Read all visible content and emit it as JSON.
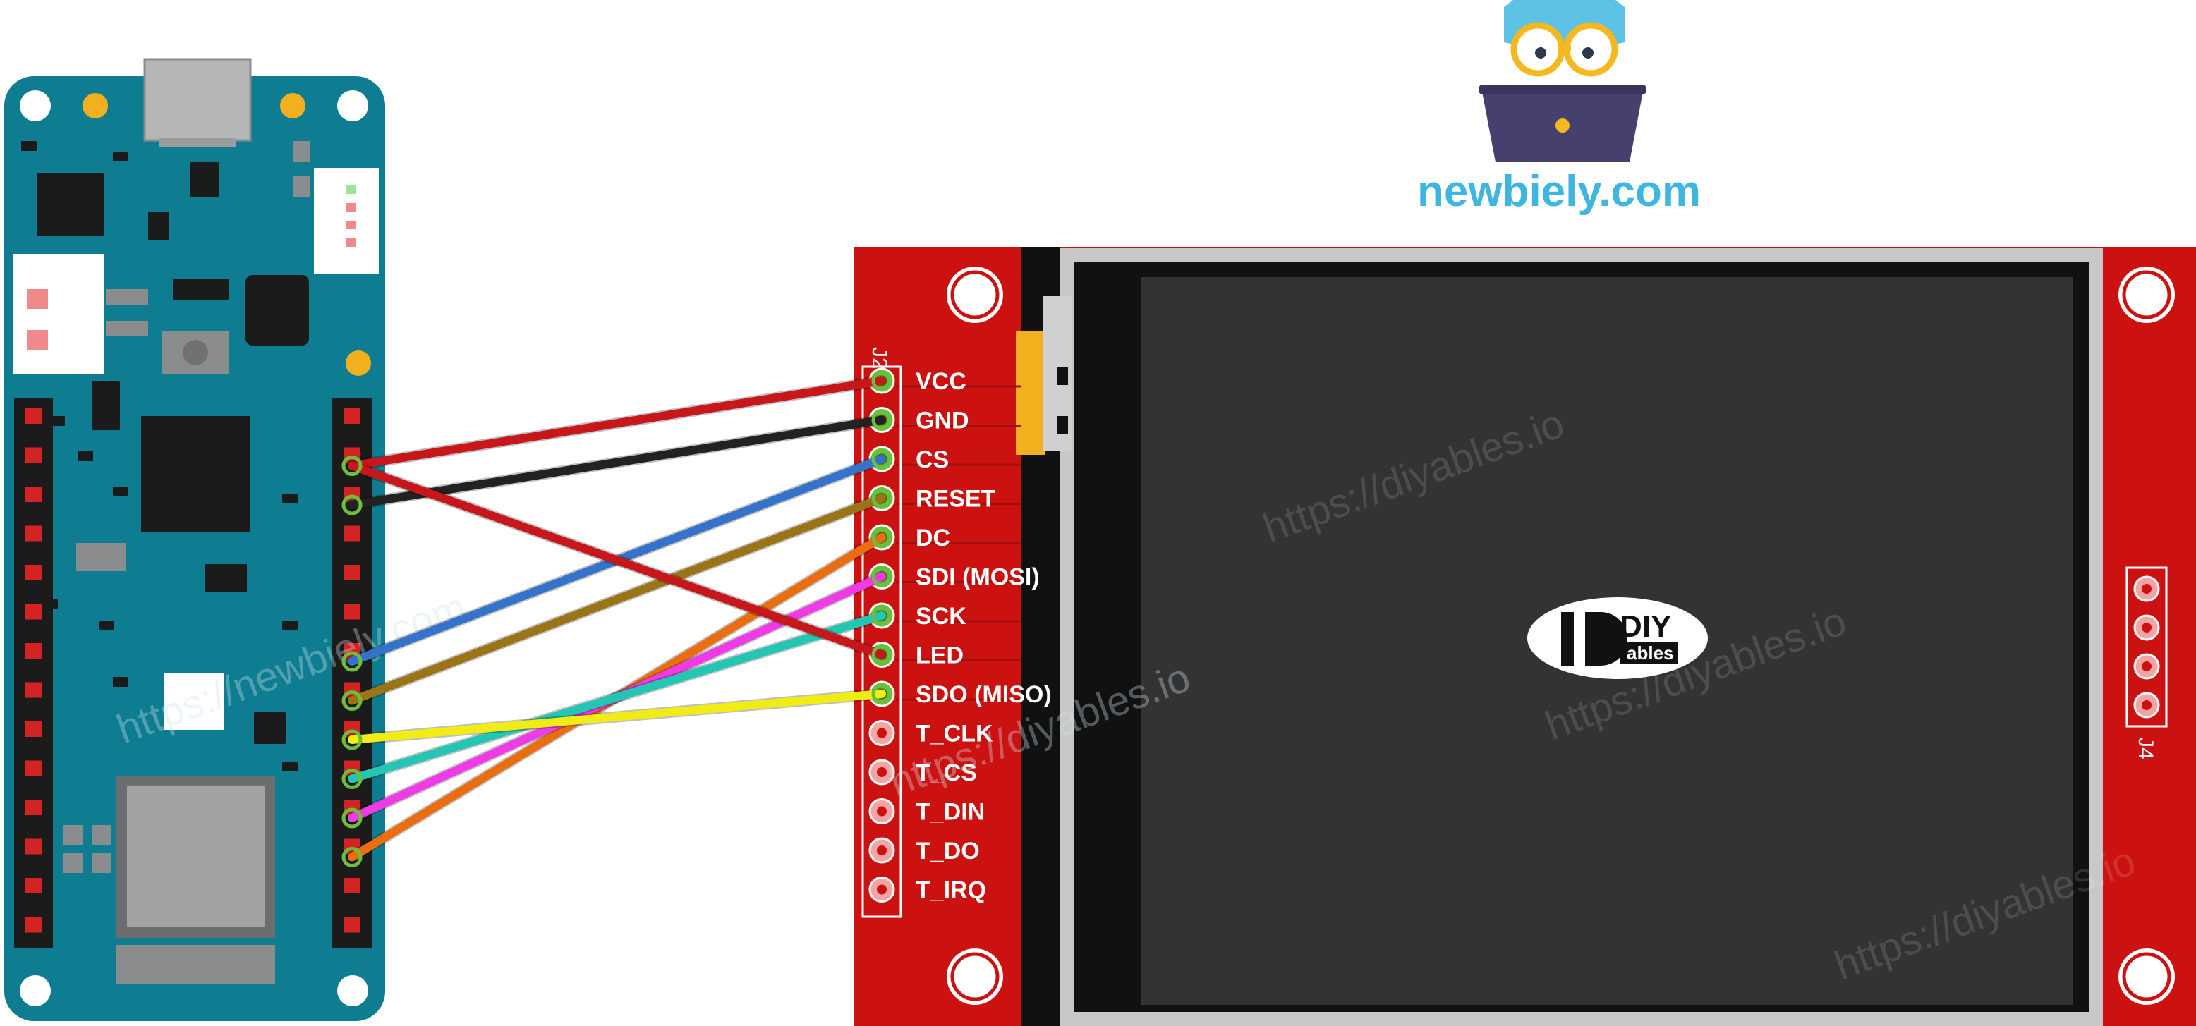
{
  "brand": {
    "name": "newbiely.com",
    "color": "#3fb6e0"
  },
  "display_module": {
    "header_left": "J2",
    "header_right": "J4",
    "logo_main": "DIY",
    "logo_sub": "ables",
    "board_color": "#cc1111",
    "screen_color": "#333333",
    "pins": [
      {
        "label": "VCC",
        "wired": true
      },
      {
        "label": "GND",
        "wired": true
      },
      {
        "label": "CS",
        "wired": true
      },
      {
        "label": "RESET",
        "wired": true
      },
      {
        "label": "DC",
        "wired": true
      },
      {
        "label": "SDI (MOSI)",
        "wired": true
      },
      {
        "label": "SCK",
        "wired": true
      },
      {
        "label": "LED",
        "wired": true
      },
      {
        "label": "SDO (MISO)",
        "wired": true
      },
      {
        "label": "T_CLK",
        "wired": false
      },
      {
        "label": "T_CS",
        "wired": false
      },
      {
        "label": "T_DIN",
        "wired": false
      },
      {
        "label": "T_DO",
        "wired": false
      },
      {
        "label": "T_IRQ",
        "wired": false
      }
    ]
  },
  "wires": [
    {
      "to_pin": "VCC",
      "color": "#c8171b"
    },
    {
      "to_pin": "GND",
      "color": "#222222"
    },
    {
      "to_pin": "CS",
      "color": "#3473c9"
    },
    {
      "to_pin": "RESET",
      "color": "#9a7416"
    },
    {
      "to_pin": "DC",
      "color": "#ea6d12"
    },
    {
      "to_pin": "SDI (MOSI)",
      "color": "#ee3be6"
    },
    {
      "to_pin": "SCK",
      "color": "#22c6b3"
    },
    {
      "to_pin": "LED",
      "color": "#c8171b"
    },
    {
      "to_pin": "SDO (MISO)",
      "color": "#f1ec14"
    }
  ],
  "watermarks": {
    "arduino": "https://newbiely.com",
    "display": "https://diyables.io"
  }
}
